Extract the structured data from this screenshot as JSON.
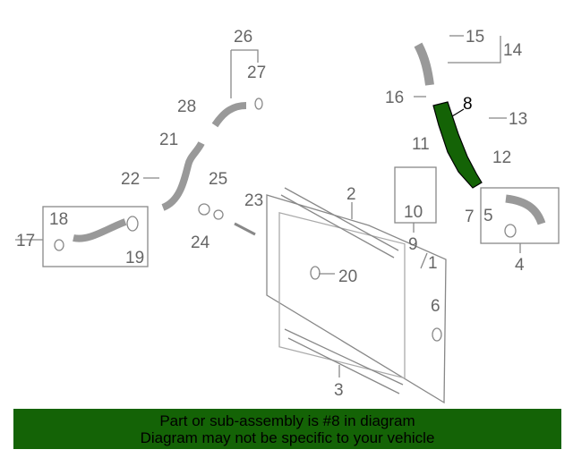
{
  "diagram": {
    "highlighted_part": "8",
    "highlight_color": "#146306",
    "callouts": [
      "1",
      "2",
      "3",
      "4",
      "5",
      "6",
      "7",
      "8",
      "9",
      "10",
      "11",
      "12",
      "13",
      "14",
      "15",
      "16",
      "17",
      "18",
      "19",
      "20",
      "21",
      "22",
      "23",
      "24",
      "25",
      "26",
      "27",
      "28"
    ]
  },
  "banner": {
    "line1": "Part or sub-assembly is #8 in diagram",
    "line2": "Diagram may not be specific to your vehicle"
  }
}
